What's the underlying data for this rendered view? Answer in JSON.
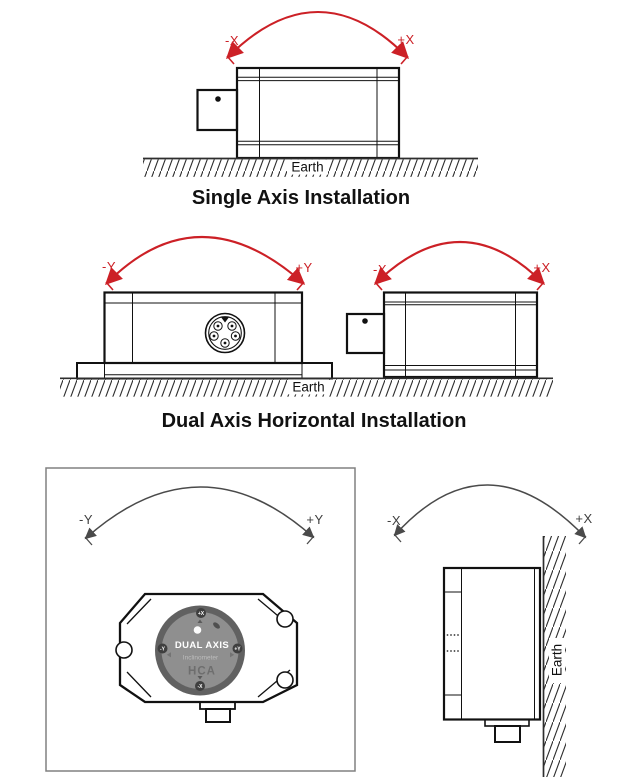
{
  "colors": {
    "arc_red": "#cc2026",
    "arc_gray": "#4a4a4a",
    "device_line": "#111111",
    "disc_ring": "#616161",
    "disc_face": "#8f8f8f",
    "frame_gray": "#808080"
  },
  "single_axis": {
    "title": "Single Axis Installation",
    "label_neg": "-X",
    "label_pos": "+X",
    "earth_label": "Earth"
  },
  "dual_horizontal": {
    "title": "Dual Axis Horizontal Installation",
    "y_label_neg": "-Y",
    "y_label_pos": "+Y",
    "x_label_neg": "-X",
    "x_label_pos": "+X",
    "earth_label": "Earth"
  },
  "dual_vertical": {
    "y_label_neg": "-Y",
    "y_label_pos": "+Y",
    "x_label_neg": "-X",
    "x_label_pos": "+X",
    "earth_label": "Earth",
    "device_face": {
      "marker_top": "+X",
      "marker_bottom": "-X",
      "marker_left": "-Y",
      "marker_right": "+Y",
      "title_line1": "DUAL AXIS",
      "title_line2": "Inclinometer",
      "brand": "HCA"
    }
  }
}
